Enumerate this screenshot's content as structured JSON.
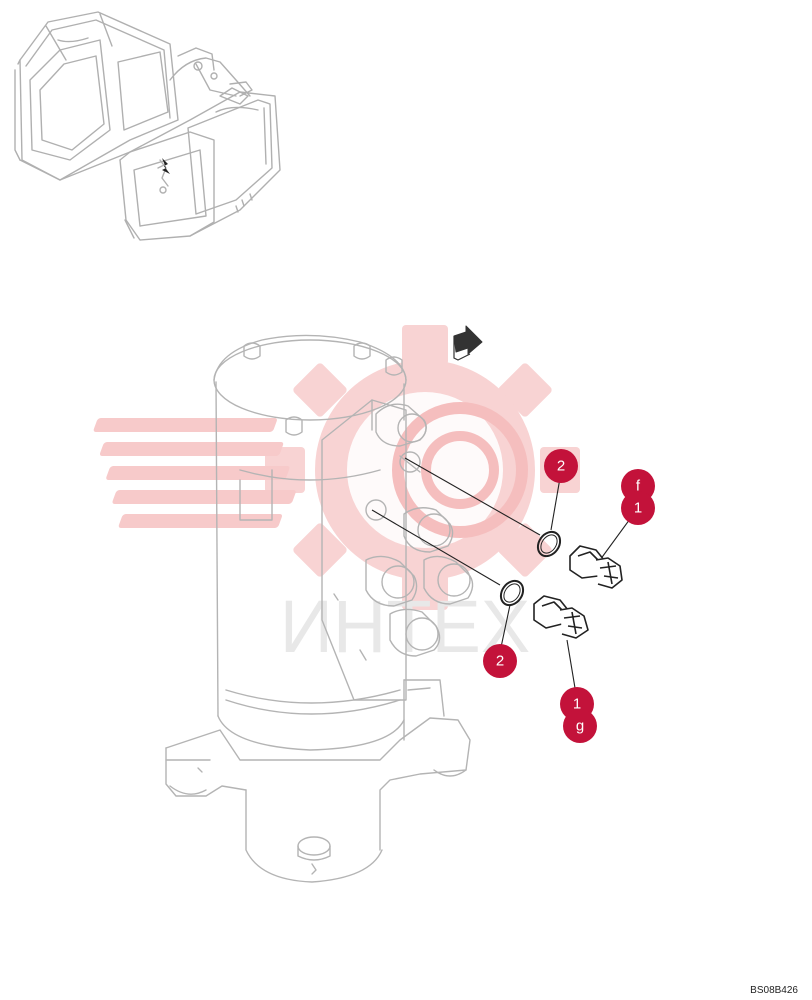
{
  "diagram": {
    "reference_code": "BS08B426",
    "watermark_text": "ИНТЕХ",
    "callouts": [
      {
        "id": "callout-2-upper",
        "label": "2"
      },
      {
        "id": "callout-f",
        "label": "f"
      },
      {
        "id": "callout-1-upper",
        "label": "1"
      },
      {
        "id": "callout-2-lower",
        "label": "2"
      },
      {
        "id": "callout-1-lower",
        "label": "1"
      },
      {
        "id": "callout-g",
        "label": "g"
      }
    ]
  },
  "colors": {
    "callout_fill": "#c3123a",
    "line_art": "#aaaaaa",
    "part_outline": "#222222",
    "watermark": "#f2b5b5"
  }
}
